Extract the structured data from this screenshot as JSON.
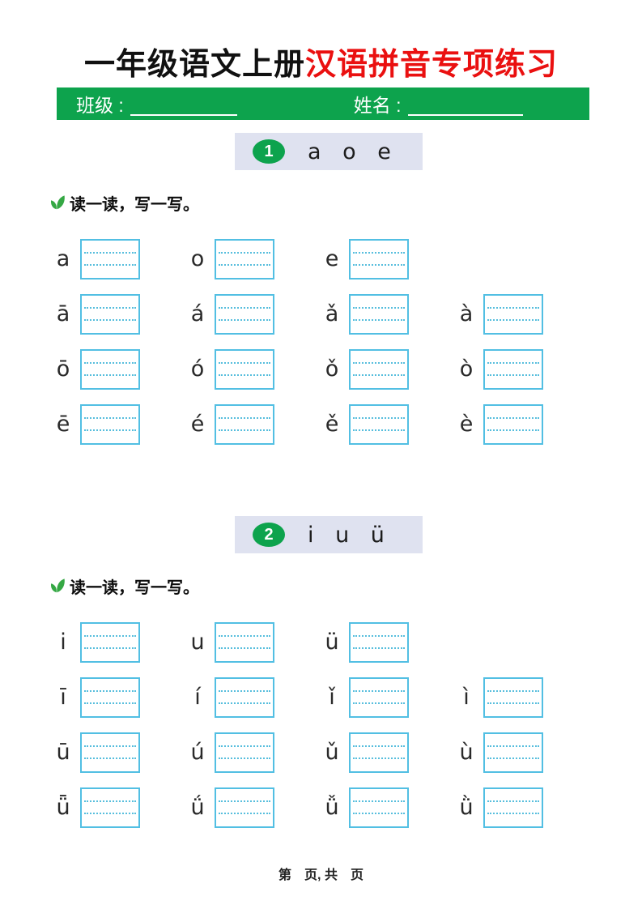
{
  "title": {
    "black": "一年级语文上册",
    "red": "汉语拼音专项练习"
  },
  "info_bar": {
    "class_label": "班级 :",
    "class_value": "",
    "name_label": "姓名 :",
    "name_value": ""
  },
  "sections": [
    {
      "number": "1",
      "letters": "a o e",
      "instruction": "读一读，写一写。",
      "rows": [
        [
          "a",
          "o",
          "e"
        ],
        [
          "ā",
          "á",
          "ǎ",
          "à"
        ],
        [
          "ō",
          "ó",
          "ǒ",
          "ò"
        ],
        [
          "ē",
          "é",
          "ě",
          "è"
        ]
      ]
    },
    {
      "number": "2",
      "letters": "i u ü",
      "instruction": "读一读，写一写。",
      "rows": [
        [
          "i",
          "u",
          "ü"
        ],
        [
          "ī",
          "í",
          "ǐ",
          "ì"
        ],
        [
          "ū",
          "ú",
          "ǔ",
          "ù"
        ],
        [
          "ǖ",
          "ǘ",
          "ǚ",
          "ǜ"
        ]
      ]
    }
  ],
  "footer": {
    "text": "第　页, 共　页"
  },
  "colors": {
    "accent_green": "#0DA34D",
    "title_red": "#EA1010",
    "leaf_green": "#35A844",
    "header_bg": "#DFE2F0",
    "box_border": "#52BFE3",
    "box_line": "#57BEDD"
  }
}
